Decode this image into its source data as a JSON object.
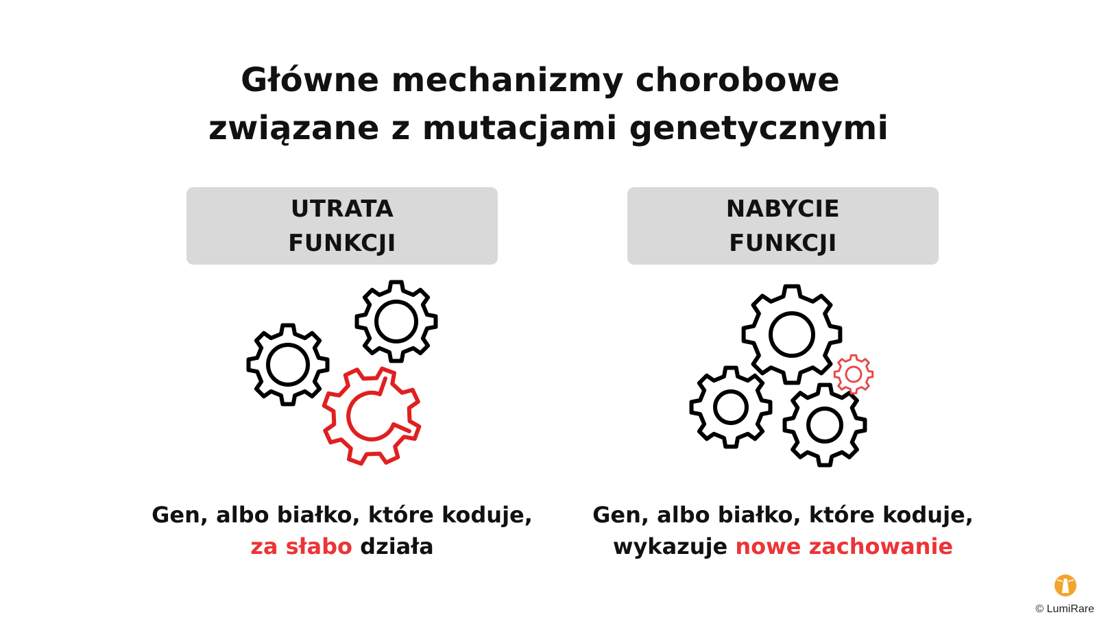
{
  "title": {
    "line1": "Główne mechanizmy chorobowe",
    "line2": "związane z mutacjami genetycznymi"
  },
  "columns": [
    {
      "label_line1": "UTRATA",
      "label_line2": "FUNKCJI",
      "desc_line1": "Gen, albo białko, które koduje,",
      "desc_accent": "za słabo",
      "desc_rest": " działa"
    },
    {
      "label_line1": "NABYCIE",
      "label_line2": "FUNKCJI",
      "desc_line1": "Gen, albo białko, które koduje,",
      "desc_prefix": "wykazuje ",
      "desc_accent": "nowe zachowanie"
    }
  ],
  "colors": {
    "accent": "#ec3437",
    "label_background": "#d9d9d9",
    "text": "#111111",
    "logo": "#f2a52e"
  },
  "icons": {
    "left": [
      "gear-icon",
      "gear-icon",
      "broken-gear-icon"
    ],
    "right": [
      "gear-icon",
      "gear-icon",
      "gear-icon",
      "small-red-gear-icon"
    ],
    "brand": "lighthouse-logo-icon"
  },
  "footer": {
    "copyright": "© LumiRare"
  }
}
